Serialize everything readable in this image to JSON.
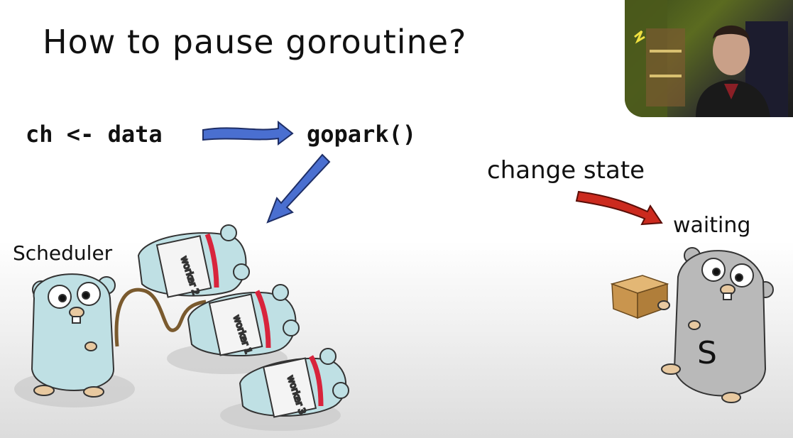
{
  "slide": {
    "title": "How to pause goroutine?",
    "code_send": "ch <- data",
    "code_park": "gopark()",
    "change_state": "change state",
    "waiting": "waiting",
    "scheduler": "Scheduler",
    "workers": [
      "worker 2",
      "worker 1",
      "worker 3"
    ],
    "gopher_letter": "S"
  },
  "colors": {
    "blue_arrow": "#4a6fd0",
    "red_arrow": "#cc2a1e",
    "gopher_blue": "#bfe0e4",
    "gopher_gray": "#b9b9b9",
    "stripe_red": "#d8243c"
  },
  "icons": {
    "webcam": "presenter-webcam",
    "box": "cardboard-box-icon"
  }
}
